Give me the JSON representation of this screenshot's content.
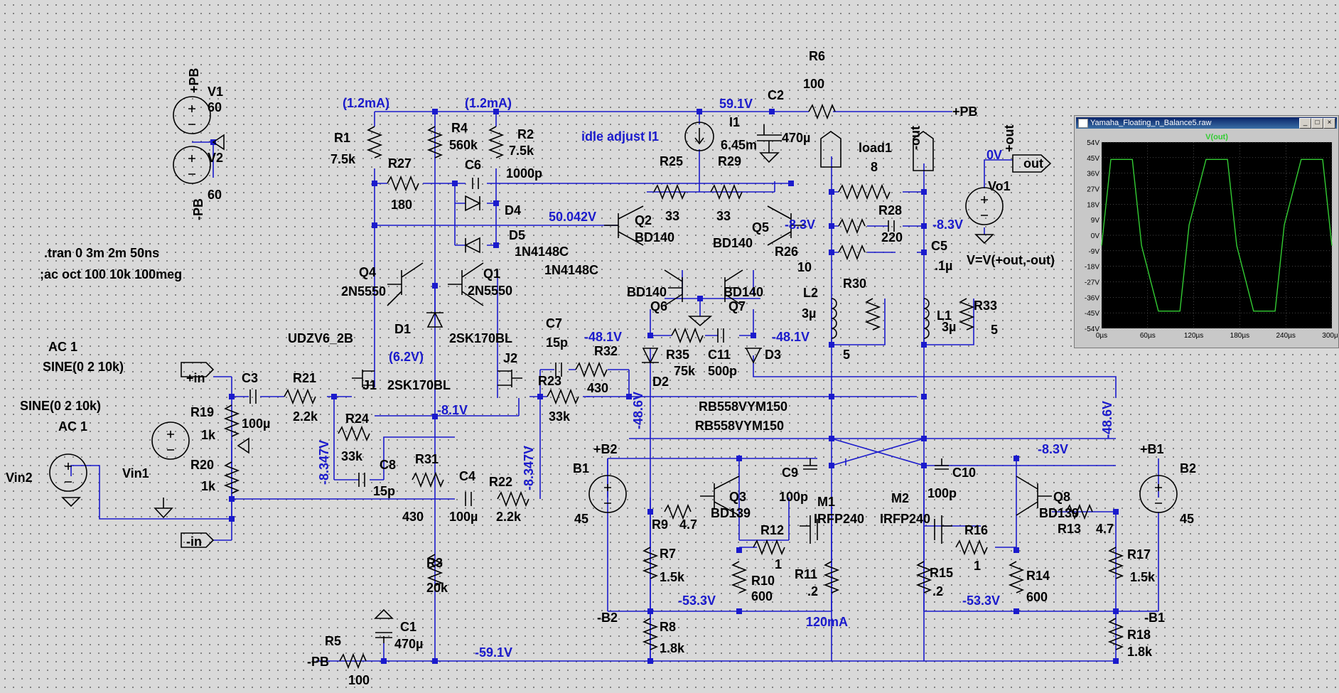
{
  "sources": {
    "v1": {
      "name": "V1",
      "value": "60",
      "net": "+PB"
    },
    "v2": {
      "name": "V2",
      "value": "60",
      "net": "-PB"
    },
    "vin1": {
      "name": "Vin1",
      "ac": "AC 1",
      "sine": "SINE(0 2 10k)"
    },
    "vin2": {
      "name": "Vin2",
      "ac": "AC 1",
      "sine": "SINE(0 2 10k)"
    },
    "b1": {
      "name": "B1",
      "value": "45",
      "plus": "+B2",
      "minus": "-B2"
    },
    "b2": {
      "name": "B2",
      "value": "45",
      "plus": "+B1",
      "minus": "-B1"
    },
    "vo1": {
      "name": "Vo1",
      "expr": "V=V(+out,-out)",
      "volt": "0V",
      "flag": "out"
    },
    "i1": {
      "name": "I1",
      "value": "6.45m",
      "label": "idle adjust I1"
    }
  },
  "directives": [
    ".tran 0 3m 2m 50ns",
    ";ac oct 100 10k 100meg"
  ],
  "ports": {
    "plus_in": "+in",
    "minus_in": "-in",
    "plus_pb": "+PB",
    "minus_pb": "-PB",
    "minus_out": "-out",
    "plus_out": "+out"
  },
  "resistors": {
    "r1": {
      "name": "R1",
      "value": "7.5k"
    },
    "r2": {
      "name": "R2",
      "value": "7.5k"
    },
    "r3": {
      "name": "R3",
      "value": "20k"
    },
    "r4": {
      "name": "R4",
      "value": "560k"
    },
    "r5": {
      "name": "R5",
      "value": "100"
    },
    "r6": {
      "name": "R6",
      "value": "100"
    },
    "r7": {
      "name": "R7",
      "value": "1.5k"
    },
    "r8": {
      "name": "R8",
      "value": "1.8k"
    },
    "r9": {
      "name": "R9",
      "value": "4.7"
    },
    "r10": {
      "name": "R10",
      "value": "600"
    },
    "r11": {
      "name": "R11",
      "value": ".2"
    },
    "r12": {
      "name": "R12",
      "value": "1"
    },
    "r13": {
      "name": "R13",
      "value": "4.7"
    },
    "r14": {
      "name": "R14",
      "value": "600"
    },
    "r15": {
      "name": "R15",
      "value": ".2"
    },
    "r16": {
      "name": "R16",
      "value": "1"
    },
    "r17": {
      "name": "R17",
      "value": "1.5k"
    },
    "r18": {
      "name": "R18",
      "value": "1.8k"
    },
    "r19": {
      "name": "R19",
      "value": "1k"
    },
    "r20": {
      "name": "R20",
      "value": "1k"
    },
    "r21": {
      "name": "R21",
      "value": "2.2k"
    },
    "r22": {
      "name": "R22",
      "value": "2.2k"
    },
    "r23": {
      "name": "R23",
      "value": "33k"
    },
    "r24": {
      "name": "R24",
      "value": "33k"
    },
    "r25": {
      "name": "R25",
      "value": "33"
    },
    "r26": {
      "name": "R26",
      "value": "10"
    },
    "r27": {
      "name": "R27",
      "value": "180"
    },
    "r28": {
      "name": "R28",
      "value": "220"
    },
    "r29": {
      "name": "R29",
      "value": "33"
    },
    "r30": {
      "name": "R30",
      "value": "5"
    },
    "r31": {
      "name": "R31",
      "value": "430"
    },
    "r32": {
      "name": "R32",
      "value": "430"
    },
    "r33": {
      "name": "R33",
      "value": "5"
    },
    "r35": {
      "name": "R35",
      "value": "75k"
    },
    "load1": {
      "name": "load1",
      "value": "8"
    }
  },
  "capacitors": {
    "c1": {
      "name": "C1",
      "value": "470µ"
    },
    "c2": {
      "name": "C2",
      "value": "470µ"
    },
    "c3": {
      "name": "C3",
      "value": "100µ"
    },
    "c4": {
      "name": "C4",
      "value": "100µ"
    },
    "c5": {
      "name": "C5",
      "value": ".1µ"
    },
    "c6": {
      "name": "C6",
      "value": "1000p"
    },
    "c7": {
      "name": "C7",
      "value": "15p"
    },
    "c8": {
      "name": "C8",
      "value": "15p"
    },
    "c9": {
      "name": "C9",
      "value": "100p"
    },
    "c10": {
      "name": "C10",
      "value": "100p"
    },
    "c11": {
      "name": "C11",
      "value": "500p"
    }
  },
  "inductors": {
    "l1": {
      "name": "L1",
      "value": "3µ"
    },
    "l2": {
      "name": "L2",
      "value": "3µ"
    }
  },
  "semis": {
    "q1": {
      "name": "Q1",
      "model": "2N5550"
    },
    "q4": {
      "name": "Q4",
      "model": "2N5550"
    },
    "q2": {
      "name": "Q2",
      "model": "BD140"
    },
    "q5": {
      "name": "Q5",
      "model": "BD140"
    },
    "q6": {
      "name": "Q6",
      "model": "BD140"
    },
    "q7": {
      "name": "Q7",
      "model": "BD140"
    },
    "q3": {
      "name": "Q3",
      "model": "BD139"
    },
    "q8": {
      "name": "Q8",
      "model": "BD139"
    },
    "m1": {
      "name": "M1",
      "model": "IRFP240"
    },
    "m2": {
      "name": "M2",
      "model": "IRFP240"
    },
    "j1": {
      "name": "J1",
      "model": "2SK170BL"
    },
    "j2": {
      "name": "J2",
      "model": "2SK170BL"
    },
    "d1": {
      "name": "D1",
      "model": "UDZV6_2B"
    },
    "d2": {
      "name": "D2",
      "model": "RB558VYM150"
    },
    "d3": {
      "name": "D3",
      "model": "RB558VYM150"
    },
    "d4": {
      "name": "D4",
      "model": "1N4148C"
    },
    "d5": {
      "name": "D5",
      "model": "1N4148C"
    }
  },
  "node_labels": {
    "i_r1": "(1.2mA)",
    "i_r2": "(1.2mA)",
    "v_top": "59.1V",
    "v_q2b": "50.042V",
    "v_q5": "-8.3V",
    "v_out_l": "-8.3V",
    "v_d1": "(6.2V)",
    "v_j": "-8.1V",
    "v_c11l": "-48.1V",
    "v_c11r": "-48.1V",
    "v_vert_l": "-48.6V",
    "v_vert_r": "-48.6V",
    "v_in_l": "-8.347V",
    "v_in_r": "-8.347V",
    "v_q8": "-8.3V",
    "v_src1": "-53.3V",
    "v_src2": "-53.3V",
    "v_bot": "-59.1V",
    "i_m1": "120mA"
  },
  "plot": {
    "window_title": "Yamaha_Floating_n_Balance5.raw",
    "trace_name": "V(out)",
    "y_ticks": [
      "54V",
      "45V",
      "36V",
      "27V",
      "18V",
      "9V",
      "0V",
      "-9V",
      "-18V",
      "-27V",
      "-36V",
      "-45V",
      "-54V"
    ],
    "x_ticks": [
      "0µs",
      "60µs",
      "120µs",
      "180µs",
      "240µs",
      "300µs"
    ],
    "colors": {
      "background": "#000000",
      "trace": "#33cc33",
      "grid": "#888888",
      "text": "#000000"
    }
  },
  "chart_data": {
    "type": "line",
    "title": "",
    "xlabel": "",
    "ylabel": "",
    "xlim": [
      0,
      300
    ],
    "ylim": [
      -54,
      54
    ],
    "series": [
      {
        "name": "V(out)",
        "x": [
          0,
          12,
          24,
          40,
          52,
          74,
          86,
          102,
          114,
          136,
          148,
          164,
          176,
          198,
          210,
          226,
          238,
          260,
          272,
          288,
          300
        ],
        "y": [
          -6,
          44,
          44,
          44,
          -6,
          -44,
          -44,
          -44,
          6,
          44,
          44,
          44,
          -6,
          -44,
          -44,
          -44,
          6,
          44,
          44,
          44,
          -6
        ]
      }
    ]
  }
}
